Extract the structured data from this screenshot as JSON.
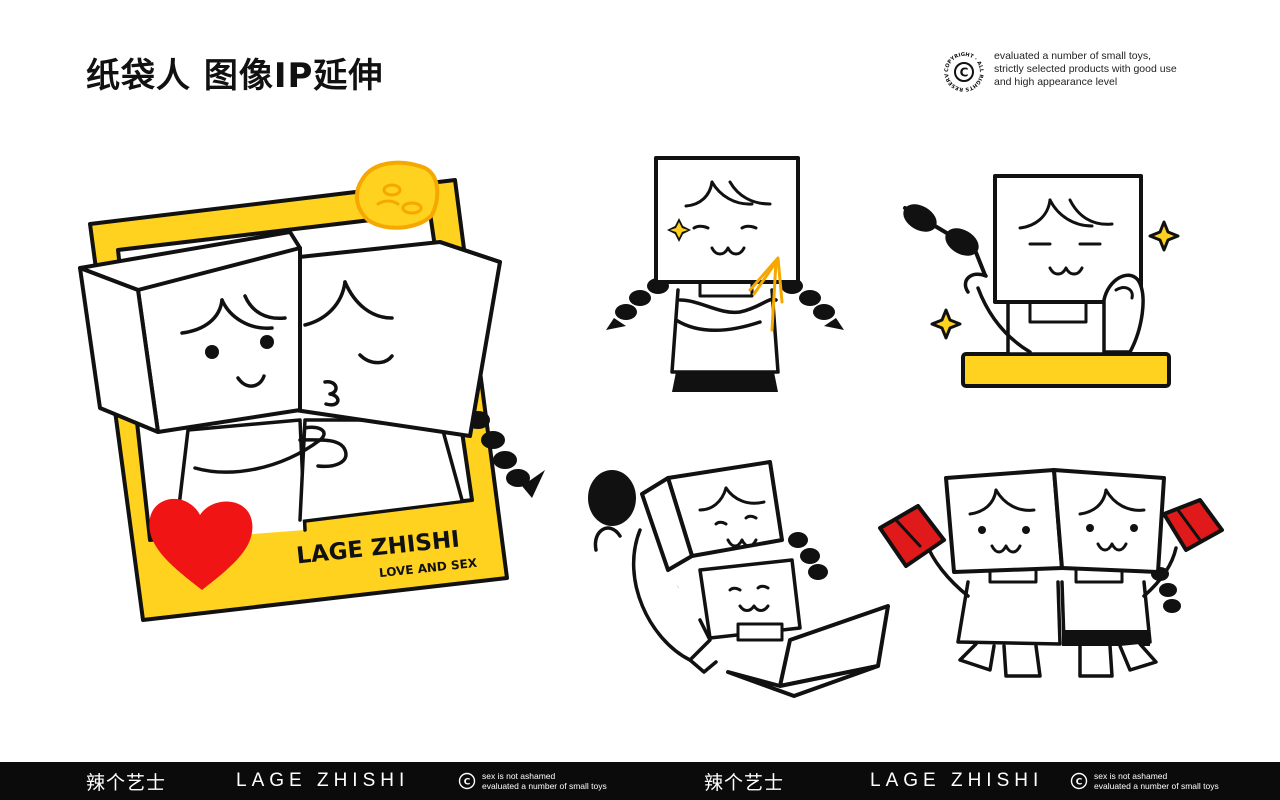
{
  "header": {
    "title": "纸袋人 图像IP延伸",
    "copyright_seal": "COPYRIGHT · ALL RIGHTS RESERVED",
    "copyright_lines": [
      "evaluated a number of small toys,",
      "strictly selected products with good use",
      "and high appearance level"
    ]
  },
  "poster": {
    "title": "LAGE ZHISHI",
    "subtitle": "LOVE AND SEX"
  },
  "footer": {
    "brand_cn": "辣个艺士",
    "brand_en": "LAGE ZHISHI",
    "slogan_line1": "sex is not ashamed",
    "slogan_line2": "evaluated a number of small toys"
  },
  "colors": {
    "accent_yellow": "#FFD21F",
    "heart_red": "#F01414",
    "envelope_red": "#E01A1A",
    "ink": "#111111",
    "footer_bg": "#0B0B0B"
  }
}
